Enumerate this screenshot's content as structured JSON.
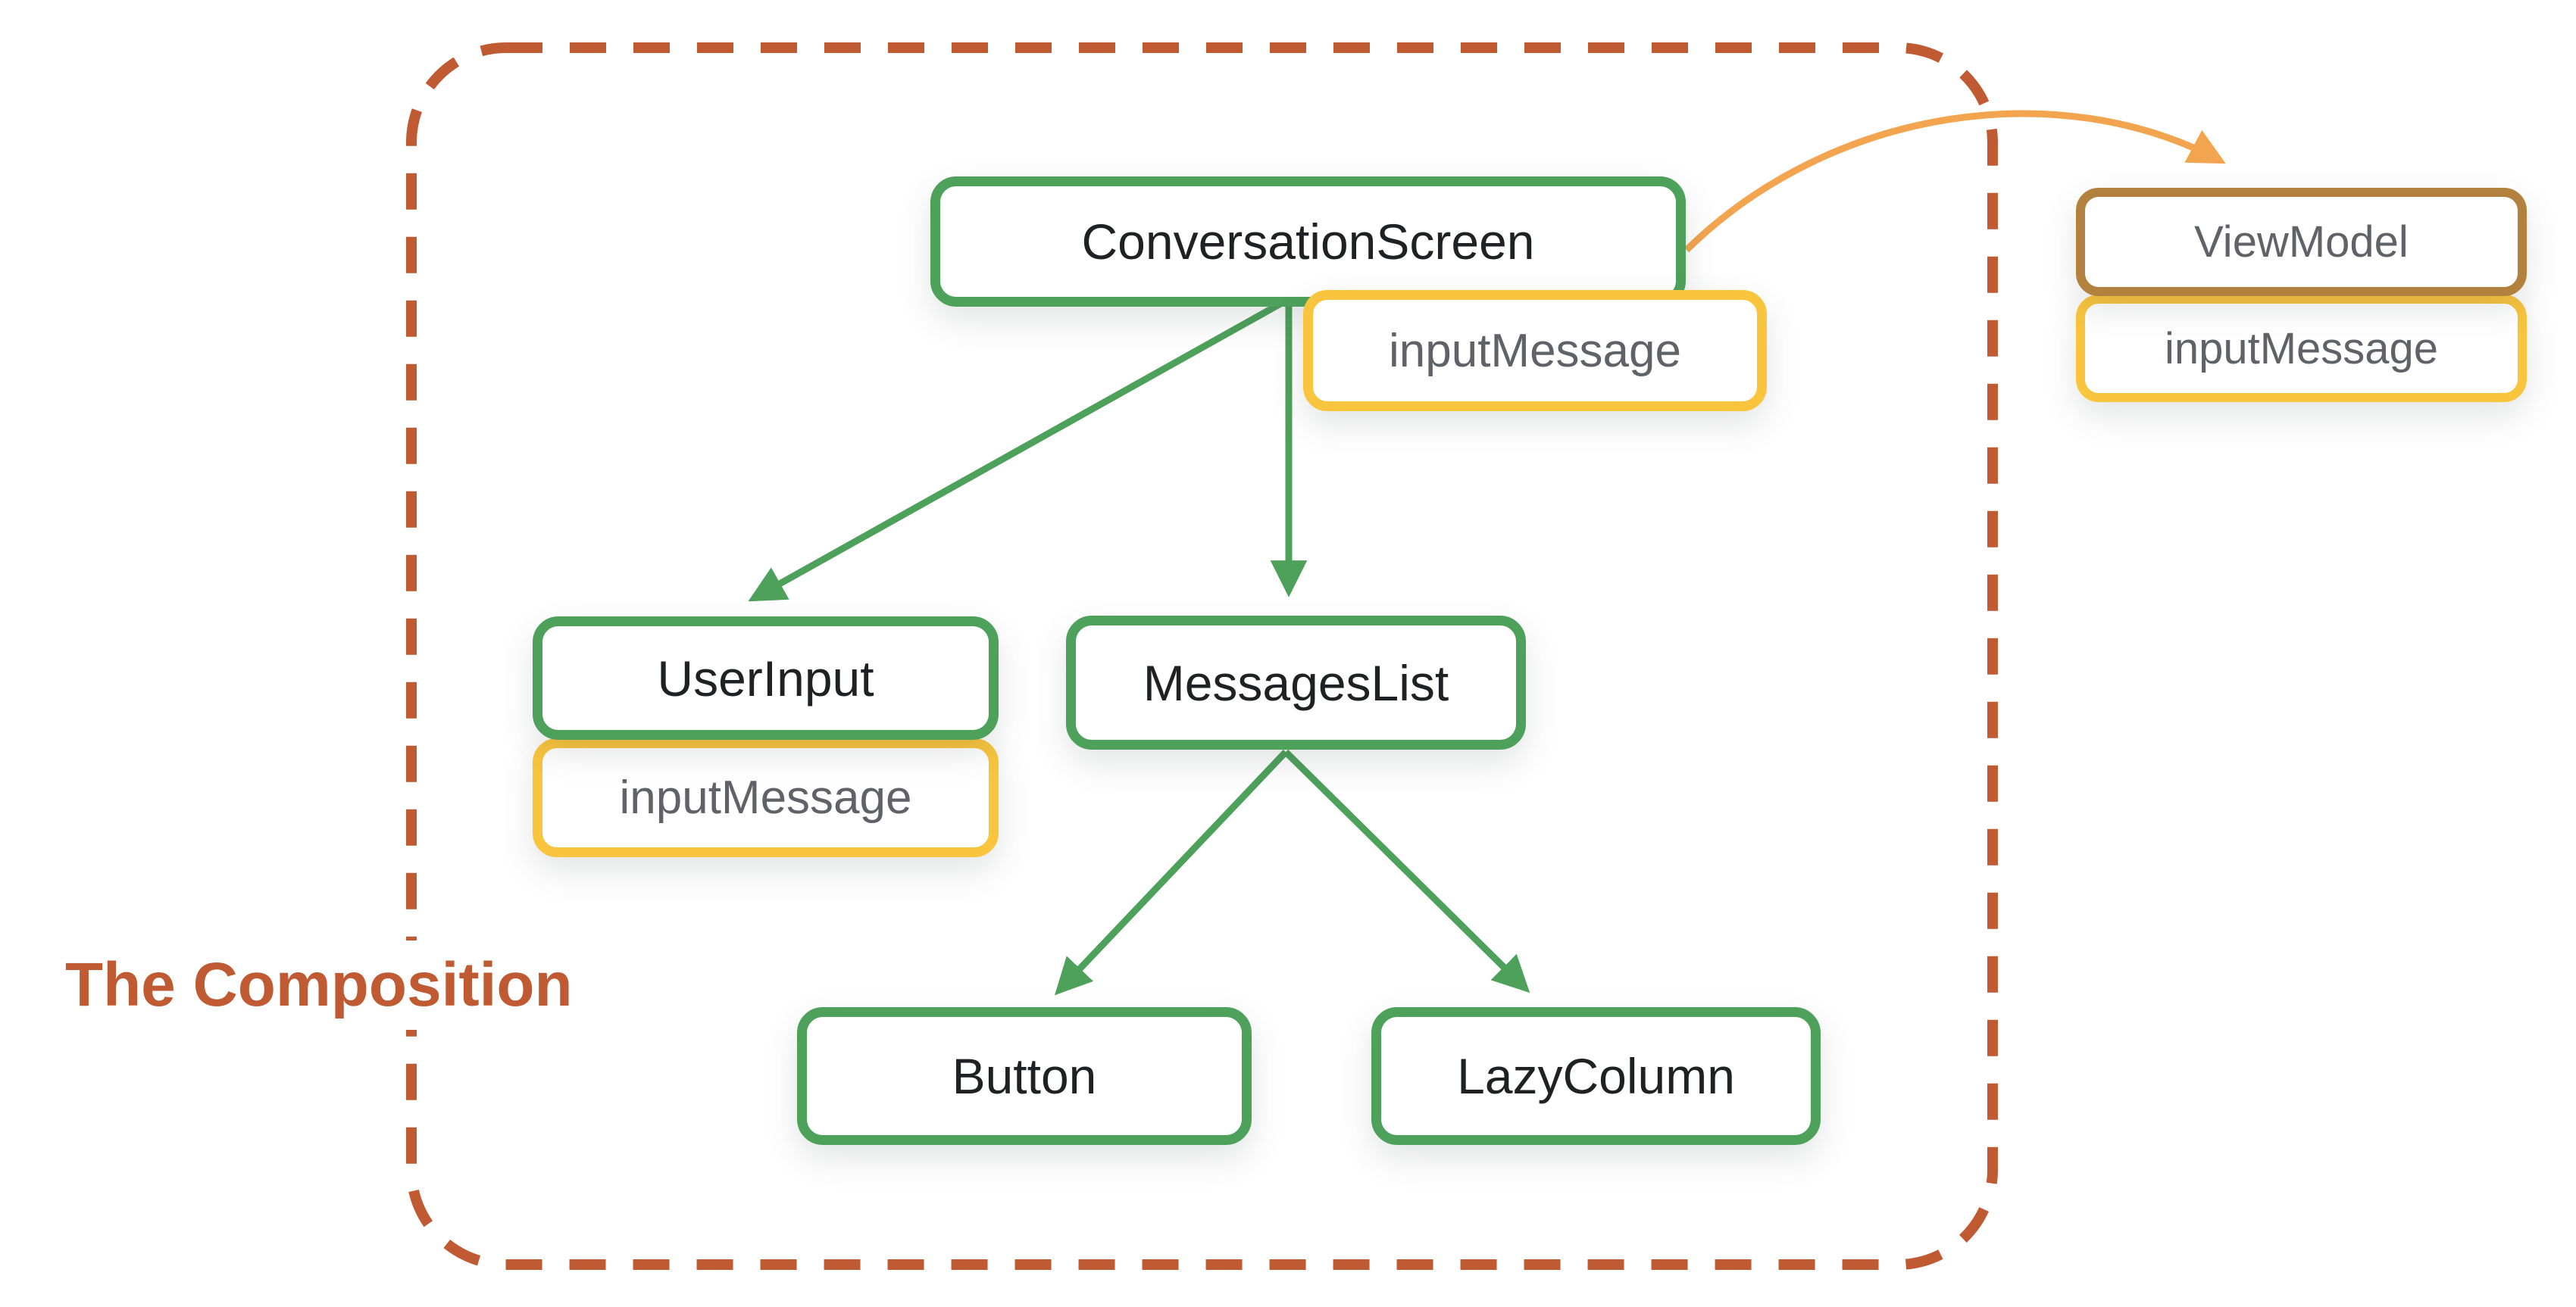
{
  "title": {
    "text": "The Composition",
    "color": "#c05a32"
  },
  "diagram": {
    "boundary": {
      "label": "The Composition",
      "style": "dashed-rounded-rectangle",
      "color": "#c05a32"
    },
    "nodes": {
      "conversationScreen": {
        "label": "ConversationScreen",
        "border_color": "#4ea15b",
        "text_color": "#202124"
      },
      "inputMessageTop": {
        "label": "inputMessage",
        "border_color": "#f9c53e",
        "text_color": "#5f6368"
      },
      "viewModel": {
        "label": "ViewModel",
        "border_color": "#b3813e",
        "text_color": "#5f6368"
      },
      "inputMessageVm": {
        "label": "inputMessage",
        "border_color": "#f9c53e",
        "text_color": "#5f6368"
      },
      "userInput": {
        "label": "UserInput",
        "border_color": "#4ea15b",
        "text_color": "#202124"
      },
      "inputMessageUi": {
        "label": "inputMessage",
        "border_color": "#f9c53e",
        "text_color": "#5f6368"
      },
      "messagesList": {
        "label": "MessagesList",
        "border_color": "#4ea15b",
        "text_color": "#202124"
      },
      "button": {
        "label": "Button",
        "border_color": "#4ea15b",
        "text_color": "#202124"
      },
      "lazyColumn": {
        "label": "LazyColumn",
        "border_color": "#4ea15b",
        "text_color": "#202124"
      }
    },
    "edges": [
      {
        "from": "ConversationScreen",
        "to": "UserInput",
        "color": "#4ea15b",
        "style": "straight-arrow"
      },
      {
        "from": "ConversationScreen",
        "to": "MessagesList",
        "color": "#4ea15b",
        "style": "straight-arrow"
      },
      {
        "from": "MessagesList",
        "to": "Button",
        "color": "#4ea15b",
        "style": "straight-arrow"
      },
      {
        "from": "MessagesList",
        "to": "LazyColumn",
        "color": "#4ea15b",
        "style": "straight-arrow"
      },
      {
        "from": "ConversationScreen",
        "to": "ViewModel",
        "color": "#f2a44f",
        "style": "curved-arrow"
      }
    ],
    "colors": {
      "node_green": "#4ea15b",
      "state_yellow": "#f9c53e",
      "viewmodel_brown": "#b3813e",
      "arrow_orange": "#f2a44f",
      "boundary_brick": "#c05a32",
      "label_gray": "#5f6368",
      "label_black": "#202124",
      "background": "#ffffff"
    }
  }
}
